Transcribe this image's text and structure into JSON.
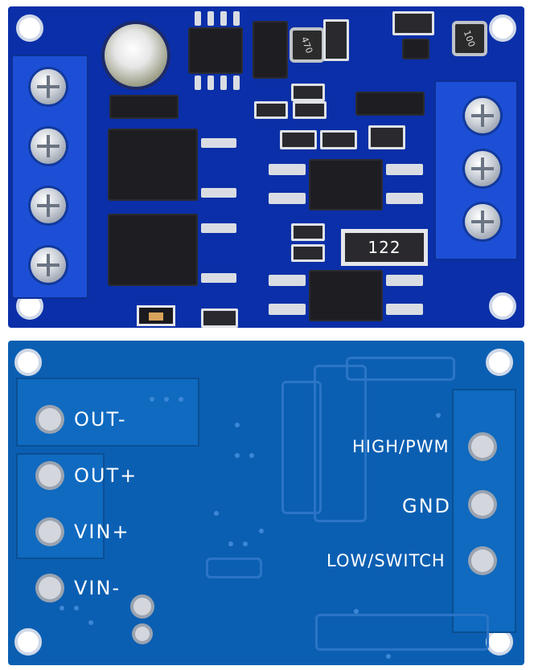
{
  "image": {
    "alt": "Blue PCB module shown from top (components) and bottom (labeled pads)"
  },
  "top_board": {
    "resistor_marking": "122",
    "inductor_left_marking": "470",
    "inductor_right_marking": "100"
  },
  "bottom_board": {
    "left_labels": [
      "OUT-",
      "OUT+",
      "VIN+",
      "VIN-"
    ],
    "right_labels": [
      "HIGH/PWM",
      "GND",
      "LOW/SWITCH"
    ]
  }
}
